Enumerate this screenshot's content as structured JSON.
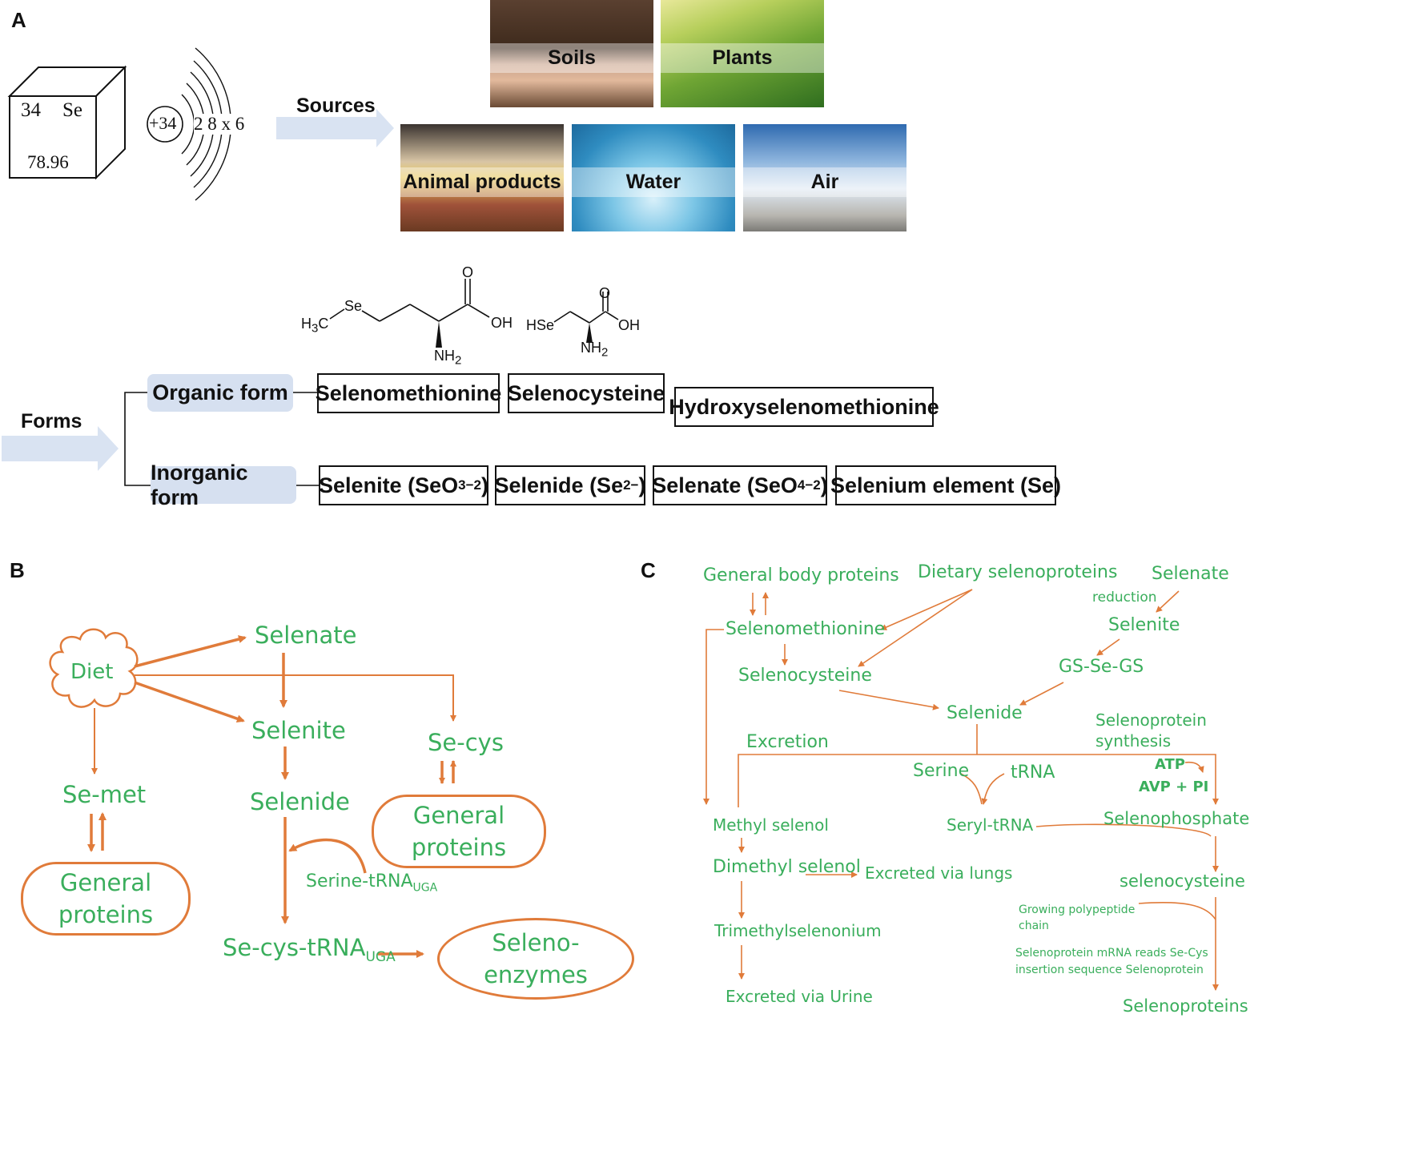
{
  "panels": {
    "a": "A",
    "b": "B",
    "c": "C"
  },
  "element": {
    "number": "34",
    "symbol": "Se",
    "mass": "78.96",
    "nucleus": "+34",
    "shells": "2 8 x 6"
  },
  "sources": {
    "label": "Sources",
    "items": [
      "Soils",
      "Plants",
      "Animal products",
      "Water",
      "Air"
    ]
  },
  "forms": {
    "label": "Forms",
    "organic_label": "Organic form",
    "inorganic_label": "Inorganic form",
    "organic": [
      "Selenomethionine",
      "Selenocysteine",
      "Hydroxyselenomethionine"
    ],
    "inorganic": [
      {
        "pre": "Selenite (SeO",
        "sub": "3",
        "sup": "−2",
        "post": ")"
      },
      {
        "pre": "Selenide (Se",
        "sub": "",
        "sup": "2−",
        "post": ")"
      },
      {
        "pre": "Selenate (SeO",
        "sub": "4",
        "sup": "−2",
        "post": ")"
      },
      {
        "pre": "Selenium element (Se)",
        "sub": "",
        "sup": "",
        "post": ""
      }
    ]
  },
  "chem": {
    "semet": {
      "h3c": "H",
      "h3c_sub": "3",
      "h3c_c": "C",
      "se": "Se",
      "o": "O",
      "oh": "OH",
      "nh": "NH",
      "nh_sub": "2"
    },
    "secys": {
      "hse": "HSe",
      "o": "O",
      "oh": "OH",
      "nh": "NH",
      "nh_sub": "2"
    }
  },
  "panel_b": {
    "diet": "Diet",
    "selenate": "Selenate",
    "selenite": "Selenite",
    "selenide": "Selenide",
    "secys": "Se-cys",
    "semet": "Se-met",
    "general_proteins_1": [
      "General",
      "proteins"
    ],
    "general_proteins_2": [
      "General",
      "proteins"
    ],
    "serine_trna": "Serine-tRNA",
    "serine_trna_sub": "UGA",
    "secys_trna": "Se-cys-tRNA",
    "secys_trna_sub": "UGA",
    "selenoenzymes": [
      "Seleno-",
      "enzymes"
    ]
  },
  "panel_c": {
    "general_body_proteins": "General body proteins",
    "dietary_selenoproteins": "Dietary selenoproteins",
    "selenate": "Selenate",
    "reduction": "reduction",
    "selenite": "Selenite",
    "selenomethionine": "Selenomethionine",
    "selenocysteine": "Selenocysteine",
    "gssegs": "GS-Se-GS",
    "selenide": "Selenide",
    "excretion": "Excretion",
    "selenoprotein_synthesis": [
      "Selenoprotein",
      "synthesis"
    ],
    "serine": "Serine",
    "trna": "tRNA",
    "atp": "ATP",
    "avp_pi": "AVP + PI",
    "methyl_selenol": "Methyl selenol",
    "seryl_trna": "Seryl-tRNA",
    "selenophosphate": "Selenophosphate",
    "dimethyl_selenol": "Dimethyl selenol",
    "excreted_lungs": "Excreted via lungs",
    "selenocysteine_lower": "selenocysteine",
    "growing_chain": [
      "Growing polypeptide",
      "chain"
    ],
    "mrna_reads": [
      "Selenoprotein mRNA reads Se-Cys",
      "insertion sequence Selenoprotein"
    ],
    "trimethylselenonium": "Trimethylselenonium",
    "excreted_urine": "Excreted via Urine",
    "selenoproteins": "Selenoproteins"
  },
  "colors": {
    "arrow": "#e07b3a",
    "text_green": "#3aae5c",
    "form_bg": "#d6e0f0",
    "source_arrow": "#d9e3f2"
  }
}
